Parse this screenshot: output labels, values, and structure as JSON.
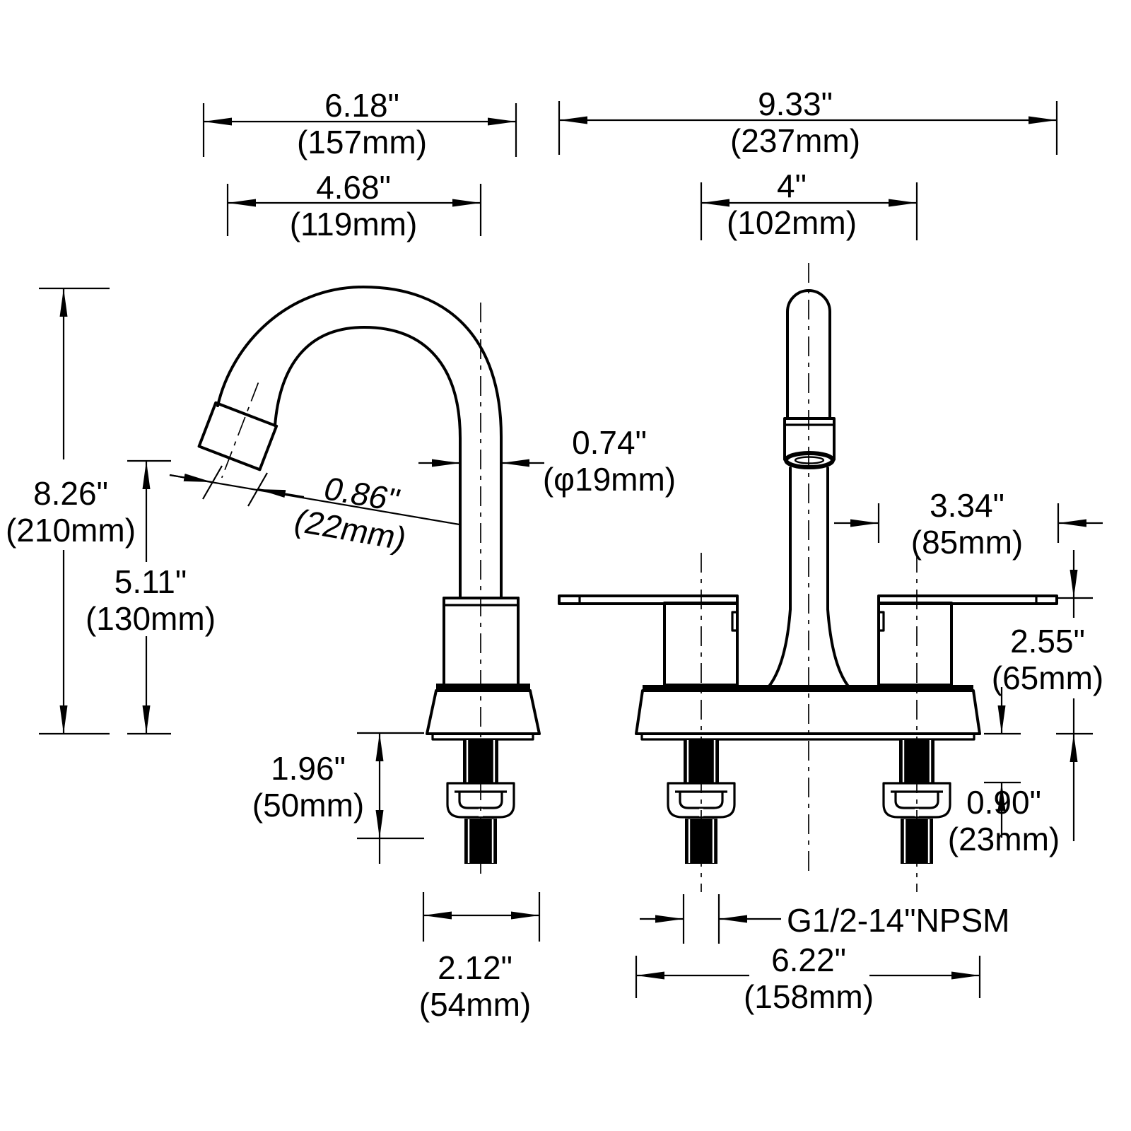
{
  "labels": {
    "spout_reach": {
      "inch": "6.18\"",
      "metric": "(157mm)"
    },
    "tip_to_center": {
      "inch": "4.68\"",
      "metric": "(119mm)"
    },
    "overall_width": {
      "inch": "9.33\"",
      "metric": "(237mm)"
    },
    "faucet_hole_centers": {
      "inch": "4\"",
      "metric": "(102mm)"
    },
    "overall_height": {
      "inch": "8.26\"",
      "metric": "(210mm)"
    },
    "spout_outlet_height": {
      "inch": "5.11\"",
      "metric": "(130mm)"
    },
    "spout_tip_length": {
      "inch": "0.86\"",
      "metric": "(22mm)"
    },
    "spout_tube_diameter": {
      "inch": "0.74\"",
      "metric": "(φ19mm)"
    },
    "handle_length": {
      "inch": "3.34\"",
      "metric": "(85mm)"
    },
    "handle_height": {
      "inch": "2.55\"",
      "metric": "(65mm)"
    },
    "shank_thread_length": {
      "inch": "1.96\"",
      "metric": "(50mm)"
    },
    "shank_exposed_length": {
      "inch": "0.90\"",
      "metric": "(23mm)"
    },
    "base_bottom_width": {
      "inch": "2.12\"",
      "metric": "(54mm)"
    },
    "deck_plate_width": {
      "inch": "6.22\"",
      "metric": "(158mm)"
    },
    "thread_spec": "G1/2-14\"NPSM"
  },
  "colors": {
    "line": "#000000",
    "background": "#ffffff"
  }
}
